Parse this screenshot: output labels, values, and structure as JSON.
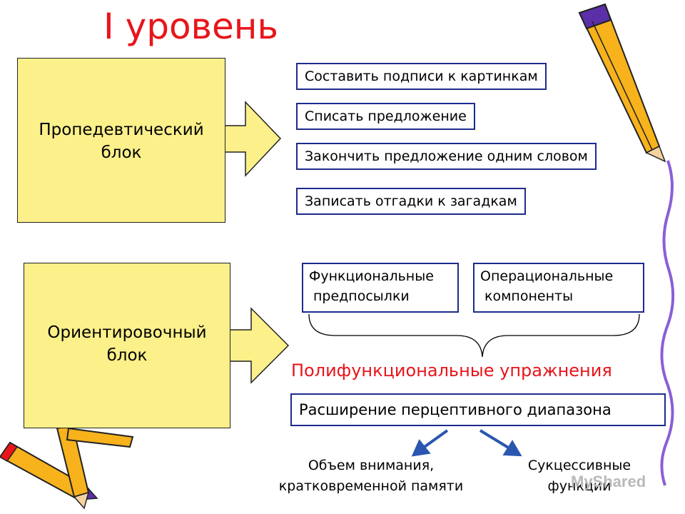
{
  "title": "I уровень",
  "propaedeutic_block": {
    "label_line1": "Пропедевтический",
    "label_line2": "блок"
  },
  "orientation_block": {
    "label_line1": "Ориентировочный",
    "label_line2": "блок"
  },
  "tasks": [
    "Составить подписи к картинкам",
    "Списать предложение",
    "Закончить предложение одним словом",
    "Записать отгадки к загадкам"
  ],
  "components": [
    {
      "line1": "Функциональные",
      "line2": "предпосылки"
    },
    {
      "line1": "Операциональные",
      "line2": "компоненты"
    }
  ],
  "polyfunctional": "Полифункциональные упражнения",
  "extension": "Расширение перцептивного диапазона",
  "outcomes": [
    {
      "line1": "Объем внимания,",
      "line2": "кратковременной памяти"
    },
    {
      "line1": "Сукцессивные",
      "line2": "функции"
    }
  ],
  "watermark": "MyShared",
  "colors": {
    "title": "#e8151b",
    "block_fill": "#fbf08a",
    "border": "#1d2b8c",
    "arrow": "#2b56b0",
    "pencil": "#f7b21c"
  }
}
